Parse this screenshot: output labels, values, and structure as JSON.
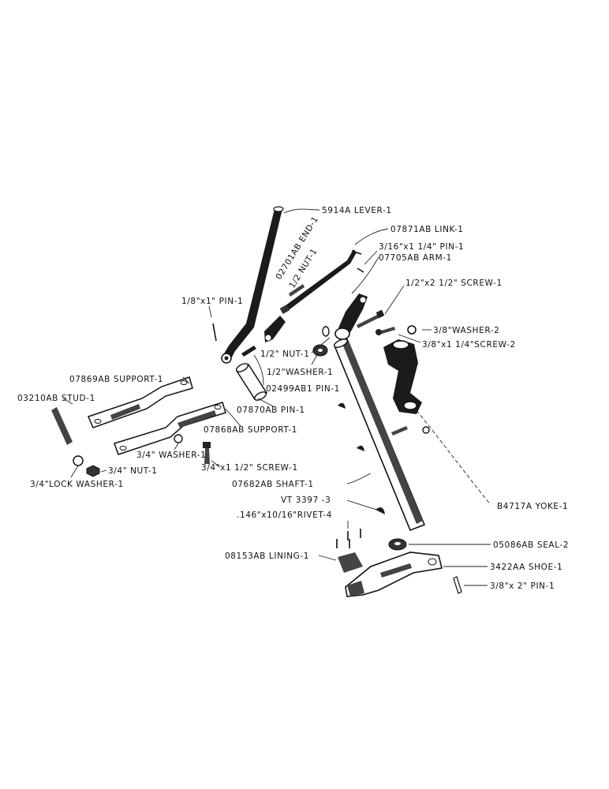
{
  "labels": {
    "lever": "5914A LEVER-1",
    "link": "07871AB LINK-1",
    "end": "02701AB END-1",
    "half_nut_a": "1/2 NUT-1",
    "pin_316": "3/16\"x1 1/4\" PIN-1",
    "arm": "07705AB ARM-1",
    "screw_half": "1/2\"x2 1/2\" SCREW-1",
    "pin_18": "1/8\"x1\" PIN-1",
    "washer_38": "3/8\"WASHER-2",
    "screw_38": "3/8\"x1 1/4\"SCREW-2",
    "half_nut_b": "1/2\" NUT-1",
    "half_washer": "1/2\"WASHER-1",
    "pin_02499": "02499AB1 PIN-1",
    "support_07869": "07869AB SUPPORT-1",
    "stud": "03210AB STUD-1",
    "pin_07870": "07870AB PIN-1",
    "support_07868": "07868AB SUPPORT-1",
    "washer_34": "3/4\" WASHER-1",
    "nut_34": "3/4\" NUT-1",
    "screw_34": "3/4\"x1 1/2\" SCREW-1",
    "lock_washer": "3/4\"LOCK WASHER-1",
    "shaft": "07682AB SHAFT-1",
    "vt": "VT 3397   -3",
    "rivet": ".146\"x10/16\"RIVET-4",
    "yoke": "B4717A YOKE-1",
    "lining": "08153AB LINING-1",
    "seal": "05086AB SEAL-2",
    "shoe": "3422AA SHOE-1",
    "pin_2": "3/8\"x 2\" PIN-1"
  }
}
